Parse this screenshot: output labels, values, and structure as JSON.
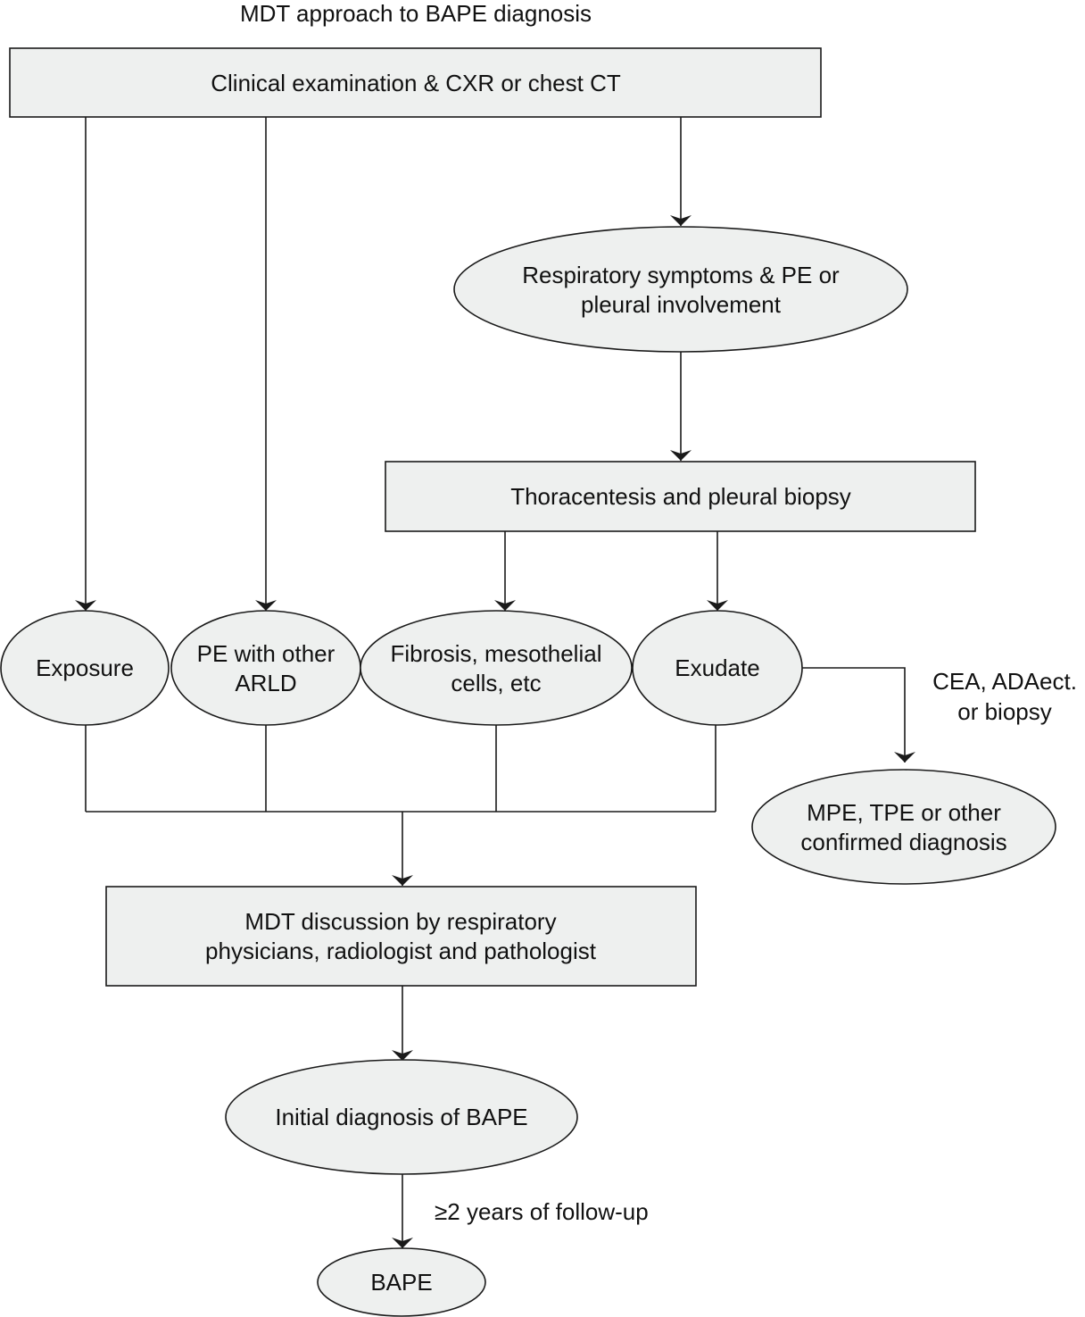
{
  "title": "MDT approach to BAPE diagnosis",
  "nodes": {
    "clinical": {
      "shape": "rect",
      "lines": [
        "Clinical examination & CXR or chest CT"
      ]
    },
    "respiratory": {
      "shape": "ellipse",
      "lines": [
        "Respiratory symptoms & PE or",
        "pleural involvement"
      ]
    },
    "thoracentesis": {
      "shape": "rect",
      "lines": [
        "Thoracentesis and pleural biopsy"
      ]
    },
    "exposure": {
      "shape": "ellipse",
      "lines": [
        "Exposure"
      ]
    },
    "pe_arld": {
      "shape": "ellipse",
      "lines": [
        "PE with other",
        "ARLD"
      ]
    },
    "fibrosis": {
      "shape": "ellipse",
      "lines": [
        "Fibrosis, mesothelial",
        "cells, etc"
      ]
    },
    "exudate": {
      "shape": "ellipse",
      "lines": [
        "Exudate"
      ]
    },
    "confirmed": {
      "shape": "ellipse",
      "lines": [
        "MPE, TPE or other",
        "confirmed diagnosis"
      ]
    },
    "mdt_discussion": {
      "shape": "rect",
      "lines": [
        "MDT discussion by respiratory",
        "physicians, radiologist and pathologist"
      ]
    },
    "initial_diagnosis": {
      "shape": "ellipse",
      "lines": [
        "Initial diagnosis of BAPE"
      ]
    },
    "bape": {
      "shape": "ellipse",
      "lines": [
        "BAPE"
      ]
    }
  },
  "edges": [
    {
      "from": "clinical",
      "to": "exposure",
      "label": []
    },
    {
      "from": "clinical",
      "to": "pe_arld",
      "label": []
    },
    {
      "from": "clinical",
      "to": "respiratory",
      "label": []
    },
    {
      "from": "respiratory",
      "to": "thoracentesis",
      "label": []
    },
    {
      "from": "thoracentesis",
      "to": "fibrosis",
      "label": []
    },
    {
      "from": "thoracentesis",
      "to": "exudate",
      "label": []
    },
    {
      "from": "exudate",
      "to": "confirmed",
      "label": [
        "CEA, ADAect.",
        "or biopsy"
      ]
    },
    {
      "from": "exposure",
      "to": "mdt_discussion",
      "label": []
    },
    {
      "from": "pe_arld",
      "to": "mdt_discussion",
      "label": []
    },
    {
      "from": "fibrosis",
      "to": "mdt_discussion",
      "label": []
    },
    {
      "from": "exudate",
      "to": "mdt_discussion",
      "label": []
    },
    {
      "from": "mdt_discussion",
      "to": "initial_diagnosis",
      "label": []
    },
    {
      "from": "initial_diagnosis",
      "to": "bape",
      "label": [
        "≥2 years of follow-up"
      ]
    }
  ]
}
